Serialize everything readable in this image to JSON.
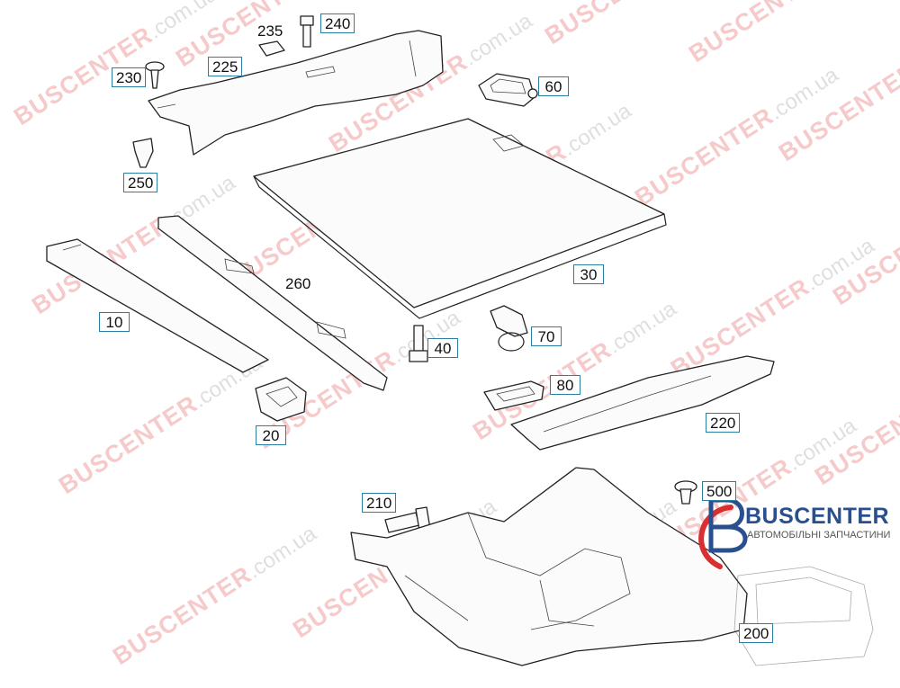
{
  "watermark": {
    "brand": "BUSCENTER",
    "domain": ".com.ua"
  },
  "brand": {
    "name": "BUSCENTER",
    "subtitle": "АВТОМОБІЛЬНІ ЗАПЧАСТИНИ"
  },
  "callouts": [
    {
      "id": "c240",
      "label": "240",
      "boxed": true
    },
    {
      "id": "c235",
      "label": "235",
      "boxed": false
    },
    {
      "id": "c230",
      "label": "230",
      "boxed": true
    },
    {
      "id": "c225",
      "label": "225",
      "boxed": true
    },
    {
      "id": "c60",
      "label": "60",
      "boxed": true
    },
    {
      "id": "c250",
      "label": "250",
      "boxed": true
    },
    {
      "id": "c260",
      "label": "260",
      "boxed": false
    },
    {
      "id": "c30",
      "label": "30",
      "boxed": true
    },
    {
      "id": "c10",
      "label": "10",
      "boxed": true
    },
    {
      "id": "c70",
      "label": "70",
      "boxed": true
    },
    {
      "id": "c40",
      "label": "40",
      "boxed": true
    },
    {
      "id": "c80",
      "label": "80",
      "boxed": true
    },
    {
      "id": "c220",
      "label": "220",
      "boxed": true
    },
    {
      "id": "c20",
      "label": "20",
      "boxed": true
    },
    {
      "id": "c500",
      "label": "500",
      "boxed": true
    },
    {
      "id": "c210",
      "label": "210",
      "boxed": true
    },
    {
      "id": "c200",
      "label": "200",
      "boxed": true
    }
  ]
}
